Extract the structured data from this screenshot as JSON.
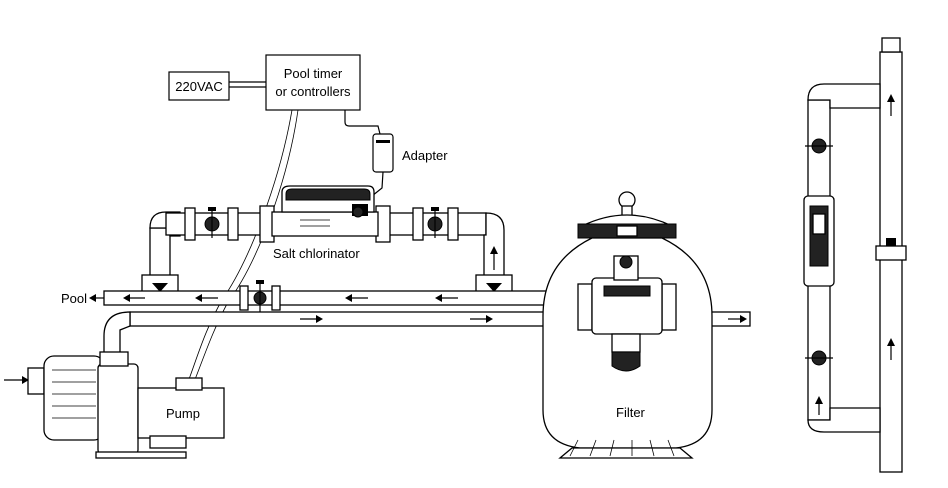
{
  "labels": {
    "power": "220VAC",
    "timer_line1": "Pool timer",
    "timer_line2": "or controllers",
    "adapter": "Adapter",
    "salt_chlorinator": "Salt chlorinator",
    "pool": "Pool",
    "pump": "Pump",
    "filter": "Filter"
  }
}
